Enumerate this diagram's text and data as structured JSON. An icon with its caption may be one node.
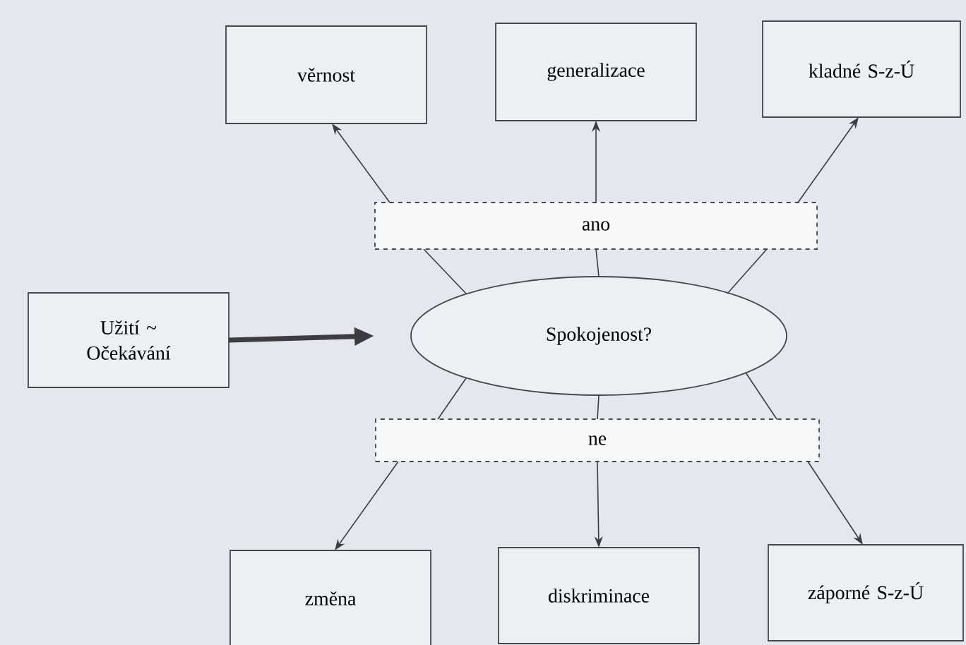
{
  "diagram": {
    "nodes": [
      {
        "text": [
          "Užití ~ Očekávání"
        ]
      },
      {
        "text": [
          "Spokojenost?"
        ]
      },
      {
        "text": [
          "ano"
        ]
      },
      {
        "text": [
          "věrnost"
        ]
      },
      {
        "text": [
          "generalizace"
        ]
      },
      {
        "text": [
          "kladné S-z-Ú"
        ]
      },
      {
        "text": [
          "ne"
        ]
      },
      {
        "text": [
          "změna"
        ]
      },
      {
        "text": [
          "diskriminace"
        ]
      },
      {
        "text": [
          "záporné S-z-Ú"
        ]
      }
    ],
    "edges": [
      {
        "from": 0,
        "to": 1,
        "arrow": "to",
        "style": "thick"
      },
      {
        "from": 1,
        "to": 2,
        "arrow": "none"
      },
      {
        "from": 1,
        "to": 2,
        "arrow": "none"
      },
      {
        "from": 1,
        "to": 2,
        "arrow": "none"
      },
      {
        "from": 2,
        "to": 3,
        "arrow": "to"
      },
      {
        "from": 2,
        "to": 4,
        "arrow": "to"
      },
      {
        "from": 2,
        "to": 5,
        "arrow": "to"
      },
      {
        "from": 1,
        "to": 6,
        "arrow": "none"
      },
      {
        "from": 1,
        "to": 6,
        "arrow": "none"
      },
      {
        "from": 1,
        "to": 6,
        "arrow": "none"
      },
      {
        "from": 6,
        "to": 7,
        "arrow": "to"
      },
      {
        "from": 6,
        "to": 8,
        "arrow": "to"
      },
      {
        "from": 6,
        "to": 9,
        "arrow": "to"
      }
    ]
  }
}
